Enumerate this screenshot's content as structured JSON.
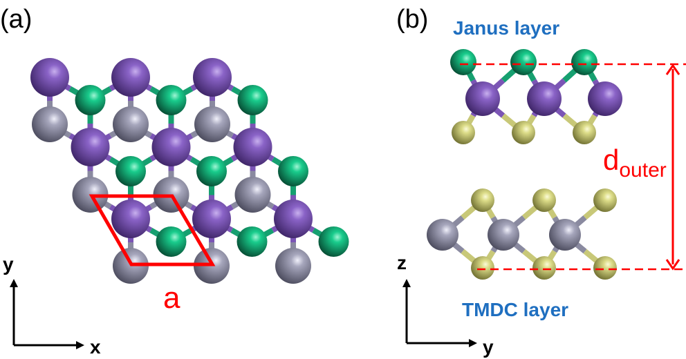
{
  "panel_a": {
    "label": "(a)",
    "lattice_label": "a",
    "axis_y": "y",
    "axis_x": "x"
  },
  "panel_b": {
    "label": "(b)",
    "top_layer": "Janus layer",
    "bottom_layer": "TMDC layer",
    "distance_main": "d",
    "distance_sub": "outer",
    "axis_z": "z",
    "axis_y": "y"
  },
  "colors": {
    "purple": "#7b55b5",
    "green": "#16c083",
    "gray": "#9a9ab0",
    "yellow": "#d6d67e",
    "red": "#ff0000",
    "blue": "#1f6fc0",
    "black": "#000000"
  }
}
